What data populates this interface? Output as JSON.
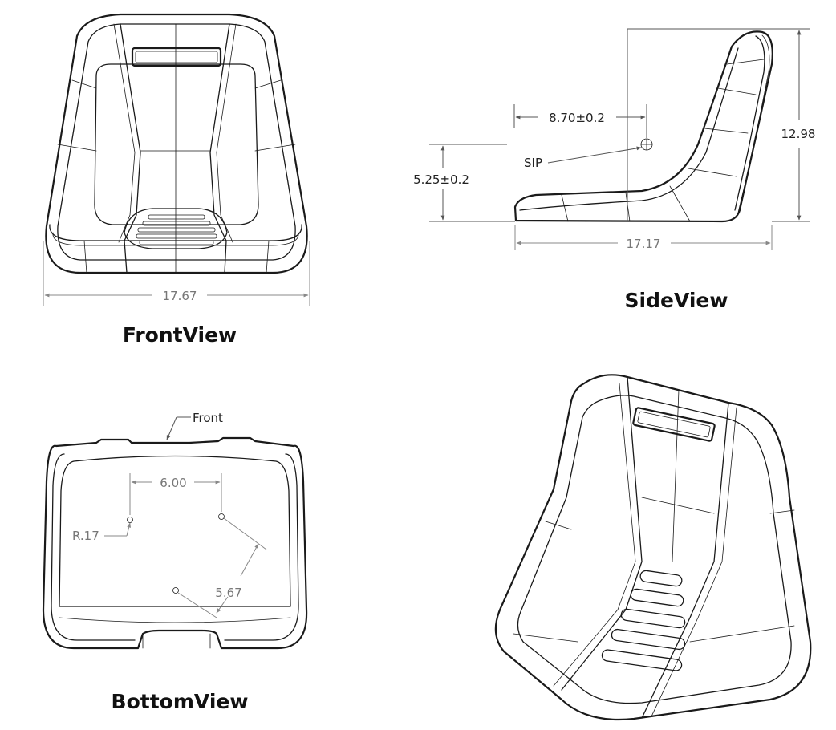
{
  "views": {
    "front": {
      "title": "FrontView",
      "width_dim": "17.67"
    },
    "side": {
      "title": "SideView",
      "sip_horizontal": "8.70±0.2",
      "sip_label": "SIP",
      "sip_height": "5.25±0.2",
      "overall_height": "12.98",
      "overall_depth": "17.17"
    },
    "bottom": {
      "title": "BottomView",
      "front_label": "Front",
      "hole_spacing": "6.00",
      "hole_radius": "R.17",
      "diagonal": "5.67"
    }
  }
}
